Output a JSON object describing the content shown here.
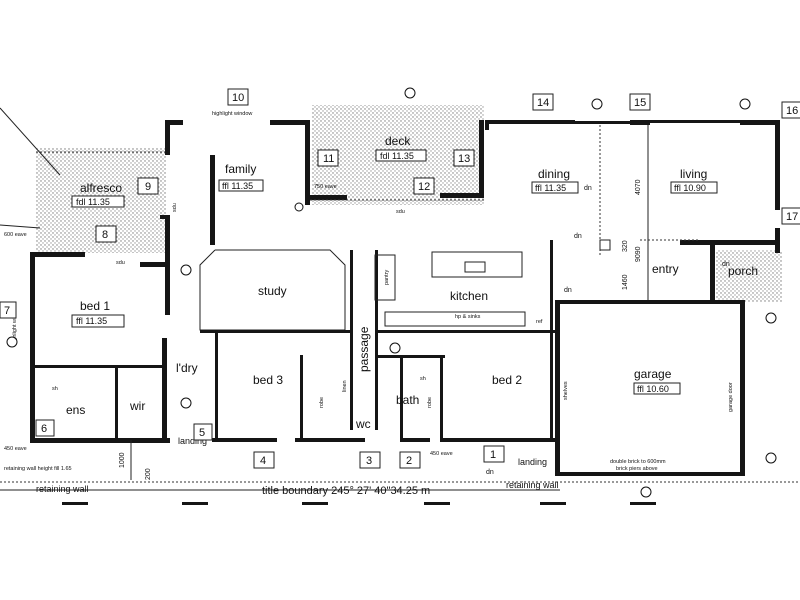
{
  "rooms": {
    "alfresco": "alfresco",
    "family": "family",
    "deck": "deck",
    "dining": "dining",
    "living": "living",
    "bed1": "bed 1",
    "study": "study",
    "kitchen": "kitchen",
    "entry": "entry",
    "porch": "porch",
    "garage": "garage",
    "ldry": "l'dry",
    "bed3": "bed 3",
    "passage": "passage",
    "bed2": "bed 2",
    "bath": "bath",
    "wc": "wc",
    "ens": "ens",
    "wir": "wir",
    "landing_left": "landing",
    "landing_right": "landing",
    "pantry": "pantry",
    "linen": "linen",
    "robe": "robe",
    "shelves": "shelves",
    "sh": "sh"
  },
  "floor_levels": {
    "alfresco": "fdl 11.35",
    "family": "ffl 11.35",
    "deck": "fdl 11.35",
    "dining": "ffl 11.35",
    "living": "ffl 10.90",
    "bed1": "ffl 11.35",
    "garage": "ffl 10.60"
  },
  "markers": [
    "1",
    "2",
    "3",
    "4",
    "5",
    "6",
    "7",
    "8",
    "9",
    "10",
    "11",
    "12",
    "13",
    "14",
    "15",
    "16",
    "17"
  ],
  "annotations": {
    "highlight_window_top": "highlight window",
    "highlight_window_left": "highlight window",
    "eave_450_left": "450 eave",
    "eave_450_mid": "450 eave",
    "eave_600": "600 eave",
    "eave_750": "750 eave",
    "dim_4070": "4070",
    "dim_320": "320",
    "dim_1460": "1460",
    "dim_9090": "9090",
    "dim_1000": "1000",
    "dim_200": "200",
    "dn1": "dn",
    "dn2": "dn",
    "dn3": "dn",
    "dn4": "dn",
    "dn5": "dn",
    "retaining_left": "retaining wall",
    "retaining_right": "retaining wall",
    "retaining_height": "retaining wall height fill 1.65",
    "boundary": "title boundary  245° 27' 40\"34.25 m",
    "double_brick": "double brick to 600mm",
    "brick_piers": "brick piers above",
    "garage_door": "garage door",
    "hp_sinks": "hp & sinks",
    "ref": "ref",
    "sdu_1": "sdu",
    "sdu_2": "sdu",
    "sdu_3": "sdu"
  }
}
